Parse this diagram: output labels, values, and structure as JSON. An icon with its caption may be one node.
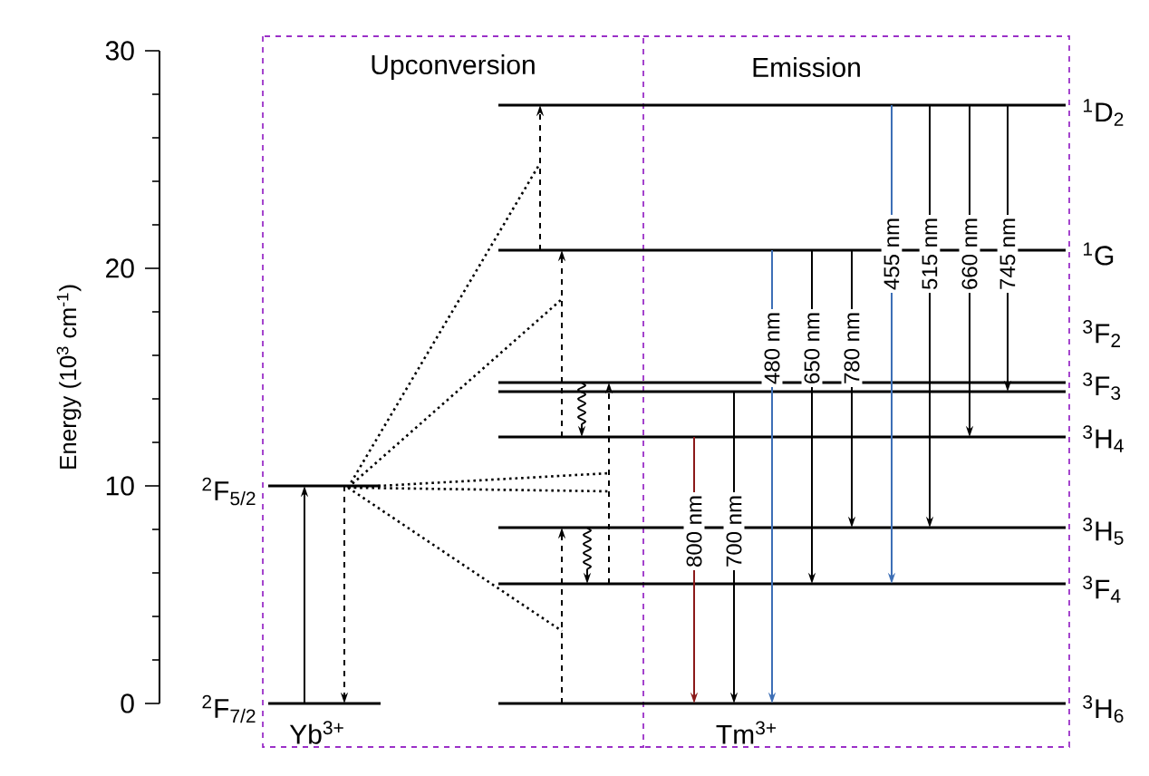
{
  "diagram": {
    "nodes": [
      {
        "text": [
          "$^{2}$F$_{7/2}$"
        ]
      },
      {
        "text": [
          "$^{2}$F$_{5/2}$"
        ]
      },
      {
        "text": [
          "$^{3}$H$_{6}$"
        ]
      },
      {
        "text": [
          "$^{3}$F$_{4}$"
        ]
      },
      {
        "text": [
          "$^{3}$H$_{5}$"
        ]
      },
      {
        "text": [
          "$^{3}$H$_{4}$"
        ]
      },
      {
        "text": [
          "$^{3}$F$_{3}$"
        ]
      },
      {
        "text": [
          "$^{3}$F$_{2}$"
        ]
      },
      {
        "text": [
          "$^{1}$G"
        ]
      },
      {
        "text": [
          "$^{1}$D$_{2}$"
        ]
      }
    ],
    "edges": [
      {
        "from": 0,
        "to": 1,
        "arrow": "to"
      },
      {
        "from": 1,
        "to": 0,
        "arrow": "to",
        "style": "dashed"
      },
      {
        "from": 2,
        "to": 4,
        "arrow": "to",
        "style": "dashed"
      },
      {
        "from": 5,
        "to": 8,
        "arrow": "to",
        "style": "dashed"
      },
      {
        "from": 3,
        "to": 7,
        "arrow": "to",
        "style": "dashed"
      },
      {
        "from": 8,
        "to": 9,
        "arrow": "to",
        "style": "dashed"
      },
      {
        "from": 4,
        "to": 3,
        "arrow": "to"
      },
      {
        "from": 7,
        "to": 5,
        "arrow": "to"
      },
      {
        "from": 9,
        "to": 3,
        "arrow": "to",
        "label": "455 nm",
        "color": "#3d6fb6"
      },
      {
        "from": 9,
        "to": 4,
        "arrow": "to",
        "label": "515 nm"
      },
      {
        "from": 9,
        "to": 5,
        "arrow": "to",
        "label": "660 nm"
      },
      {
        "from": 9,
        "to": 6,
        "arrow": "to",
        "label": "745 nm"
      },
      {
        "from": 8,
        "to": 2,
        "arrow": "to",
        "label": "480 nm",
        "color": "#3d6fb6"
      },
      {
        "from": 8,
        "to": 3,
        "arrow": "to",
        "label": "650 nm"
      },
      {
        "from": 8,
        "to": 4,
        "arrow": "to",
        "label": "780 nm"
      },
      {
        "from": 5,
        "to": 2,
        "arrow": "to",
        "label": "800 nm",
        "color": "#8b1a1a"
      },
      {
        "from": 6,
        "to": 2,
        "arrow": "to",
        "label": "700 nm"
      },
      {
        "from": 1,
        "to": null,
        "arrow": "none",
        "style": "dashed"
      },
      {
        "from": 1,
        "to": null,
        "arrow": "none",
        "style": "dashed"
      },
      {
        "from": 1,
        "to": null,
        "arrow": "none",
        "style": "dashed"
      },
      {
        "from": 1,
        "to": null,
        "arrow": "none",
        "style": "dashed"
      },
      {
        "from": 1,
        "to": null,
        "arrow": "none",
        "style": "dashed"
      }
    ],
    "labels": [
      "30",
      "20",
      "10",
      "0",
      "Energy (10$^{3}$ cm$^{-1}$)",
      "Upconversion",
      "Emission",
      "Yb$^{3+}$",
      "Tm$^{3+}$"
    ]
  }
}
